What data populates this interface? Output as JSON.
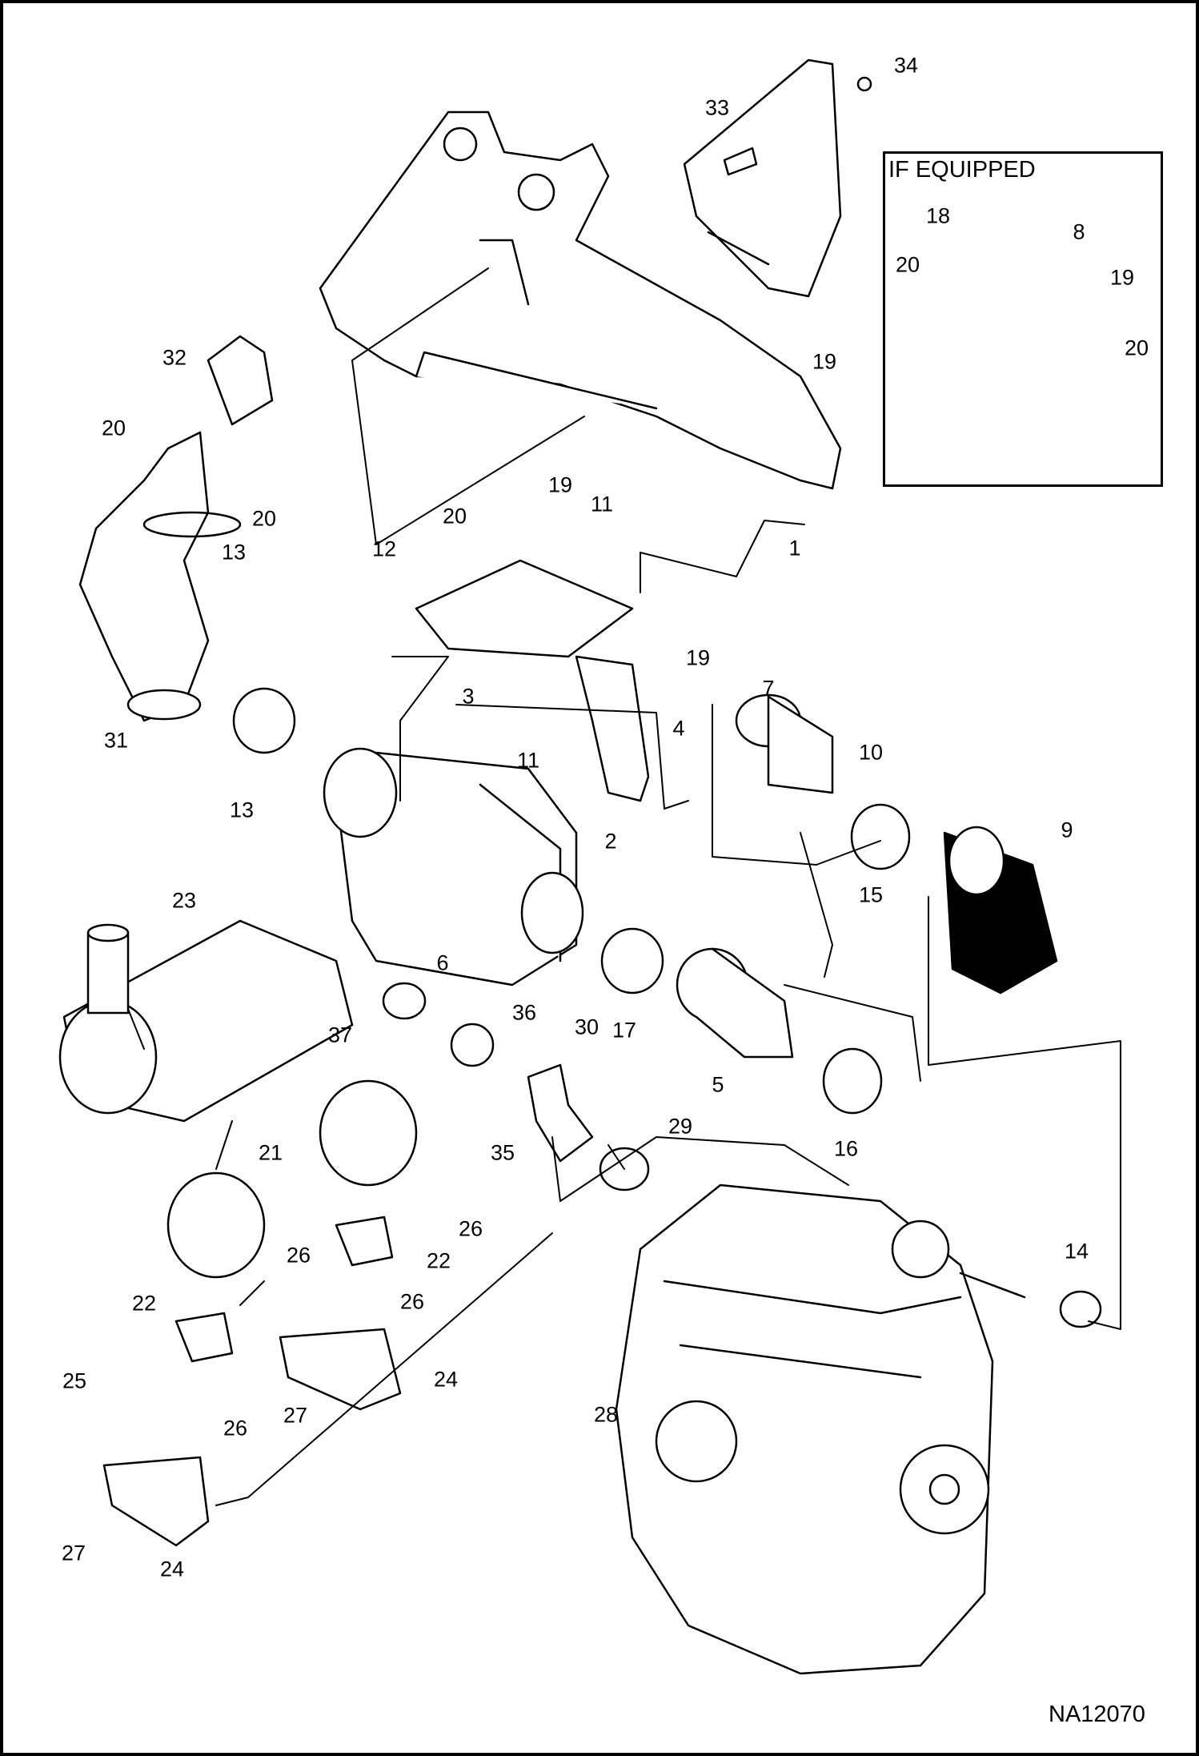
{
  "inset": {
    "title": "IF EQUIPPED"
  },
  "diagram_id": "NA12070",
  "callouts": {
    "c1": "1",
    "c2": "2",
    "c3": "3",
    "c4": "4",
    "c5": "5",
    "c6": "6",
    "c7": "7",
    "c8": "8",
    "c9": "9",
    "c10": "10",
    "c11a": "11",
    "c11b": "11",
    "c12": "12",
    "c13a": "13",
    "c13b": "13",
    "c14": "14",
    "c15": "15",
    "c16": "16",
    "c17": "17",
    "c18": "18",
    "c19a": "19",
    "c19b": "19",
    "c19c": "19",
    "c19d": "19",
    "c20a": "20",
    "c20b": "20",
    "c20c": "20",
    "c20d": "20",
    "c20e": "20",
    "c21": "21",
    "c22a": "22",
    "c22b": "22",
    "c23": "23",
    "c24a": "24",
    "c24b": "24",
    "c25": "25",
    "c26a": "26",
    "c26b": "26",
    "c26c": "26",
    "c26d": "26",
    "c27a": "27",
    "c27b": "27",
    "c28": "28",
    "c29": "29",
    "c30": "30",
    "c31": "31",
    "c32": "32",
    "c33": "33",
    "c34": "34",
    "c35": "35",
    "c36": "36",
    "c37": "37"
  }
}
